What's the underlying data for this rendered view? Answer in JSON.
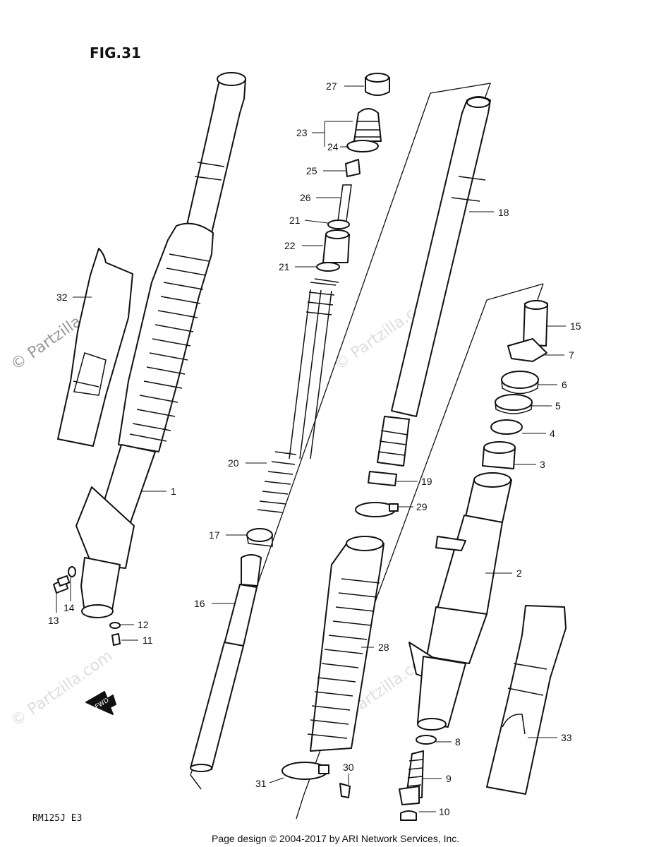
{
  "figure_title": "FIG.31",
  "model_code": "RM125J E3",
  "footer": "Page design © 2004-2017 by ARI Network Services, Inc.",
  "watermark": "© Partzilla.com",
  "fwd_label": "FWD",
  "callouts": [
    "1",
    "2",
    "3",
    "4",
    "5",
    "6",
    "7",
    "8",
    "9",
    "10",
    "11",
    "12",
    "13",
    "14",
    "15",
    "16",
    "17",
    "18",
    "19",
    "20",
    "21",
    "21",
    "22",
    "23",
    "24",
    "25",
    "26",
    "27",
    "28",
    "29",
    "30",
    "31",
    "32",
    "33"
  ]
}
